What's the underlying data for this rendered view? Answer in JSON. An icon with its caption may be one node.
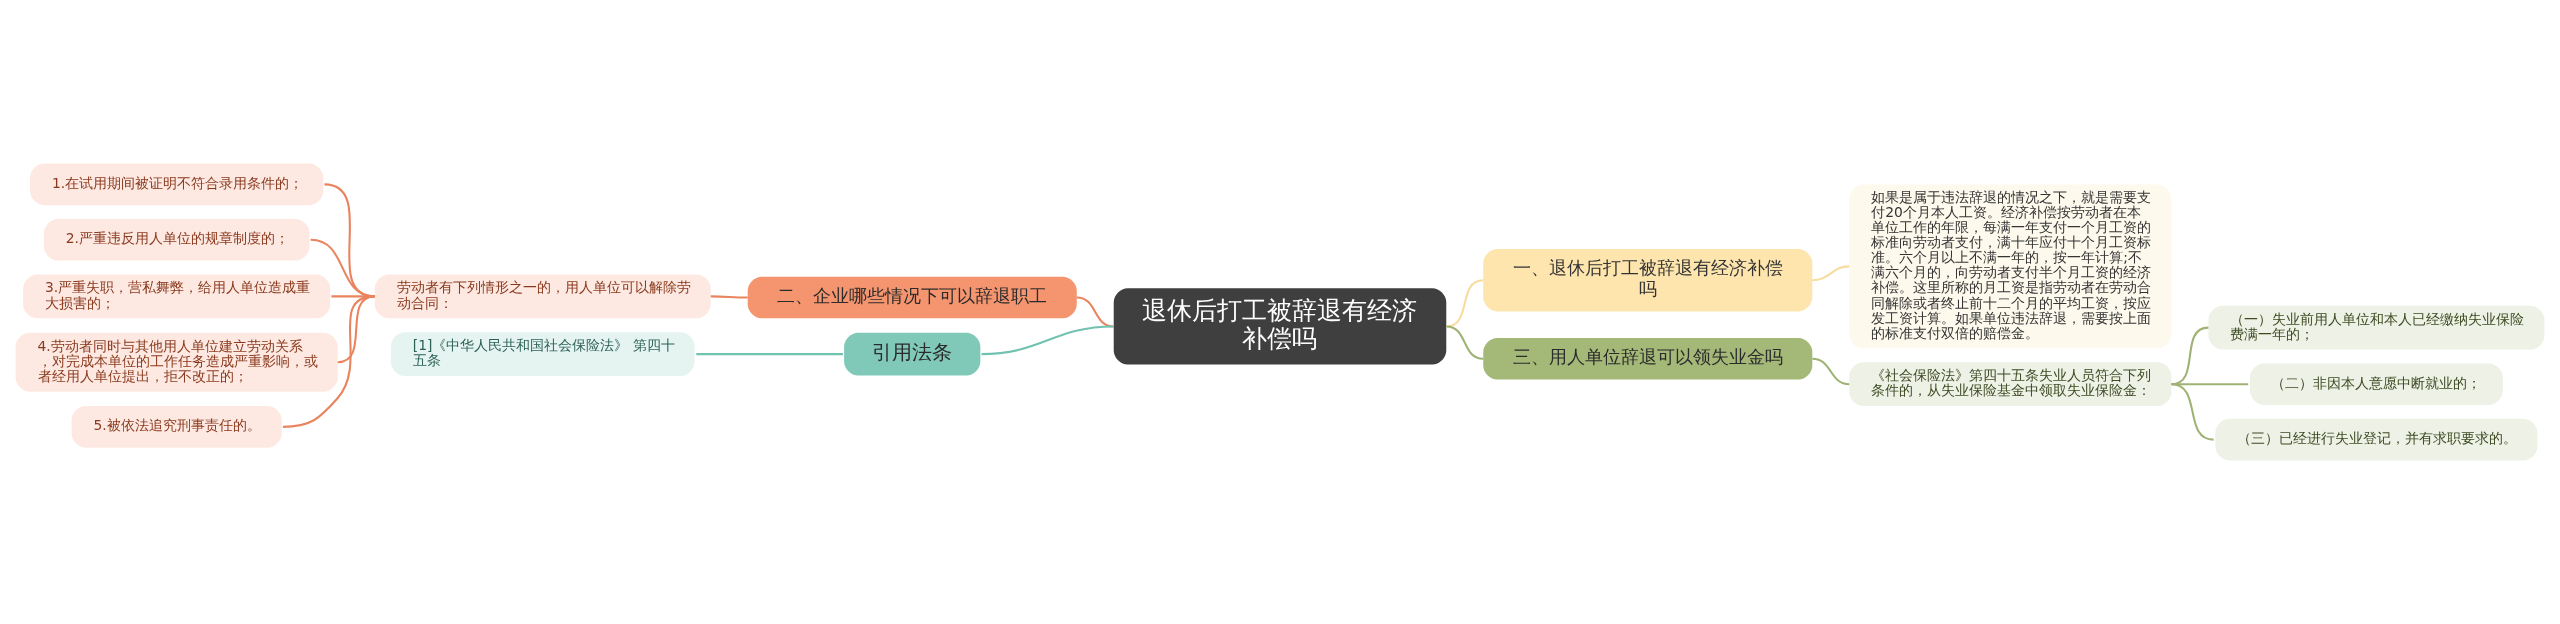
{
  "diagram": {
    "nodes": [
      {
        "text": [
          "退休后打工被辞退有经济补偿吗"
        ]
      },
      {
        "text": [
          "一、退休后打工被辞退有经济补偿吗"
        ]
      },
      {
        "text": [
          "如果是属于违法辞退的情况之下，就是需要支付20个月本人工资。经济补偿按劳动者在本单位工作的年限，每满一年支付一个月工资的标准向劳动者支付，满十年应付十个月工资标准。六个月以上不满一年的，按一年计算;不满六个月的，向劳动者支付半个月工资的经济补偿。这里所称的月工资是指劳动者在劳动合同解除或者终止前十二个月的平均工资，按应发工资计算。如果单位违法辞退，需要按上面的标准支付双倍的赔偿金。"
        ]
      },
      {
        "text": [
          "三、用人单位辞退可以领失业金吗"
        ]
      },
      {
        "text": [
          "《社会保险法》第四十五条失业人员符合下列条件的，从失业保险基金中领取失业保险金："
        ]
      },
      {
        "text": [
          "（一）失业前用人单位和本人已经缴纳失业保险费满一年的；"
        ]
      },
      {
        "text": [
          "（二）非因本人意愿中断就业的；"
        ]
      },
      {
        "text": [
          "（三）已经进行失业登记，并有求职要求的。"
        ]
      },
      {
        "text": [
          "二、企业哪些情况下可以辞退职工"
        ]
      },
      {
        "text": [
          "劳动者有下列情形之一的，用人单位可以解除劳动合同："
        ]
      },
      {
        "text": [
          "1.在试用期间被证明不符合录用条件的；"
        ]
      },
      {
        "text": [
          "2.严重违反用人单位的规章制度的；"
        ]
      },
      {
        "text": [
          "3.严重失职，营私舞弊，给用人单位造成重大损害的；"
        ]
      },
      {
        "text": [
          "4.劳动者同时与其他用人单位建立劳动关系，对完成本单位的工作任务造成严重影响，或者经用人单位提出，拒不改正的；"
        ]
      },
      {
        "text": [
          "5.被依法追究刑事责任的。"
        ]
      },
      {
        "text": [
          "引用法条"
        ]
      },
      {
        "text": [
          "[1]《中华人民共和国社会保险法》 第四十五条"
        ]
      }
    ],
    "edges": [
      {
        "from": 0,
        "to": 1,
        "arrow": "none",
        "color": "#f7dc9e"
      },
      {
        "from": 1,
        "to": 2,
        "arrow": "none",
        "color": "#f7dc9e"
      },
      {
        "from": 0,
        "to": 3,
        "arrow": "none",
        "color": "#9fb274"
      },
      {
        "from": 3,
        "to": 4,
        "arrow": "none",
        "color": "#9fb274"
      },
      {
        "from": 4,
        "to": 5,
        "arrow": "none",
        "color": "#9fb274"
      },
      {
        "from": 4,
        "to": 6,
        "arrow": "none",
        "color": "#9fb274"
      },
      {
        "from": 4,
        "to": 7,
        "arrow": "none",
        "color": "#9fb274"
      },
      {
        "from": 0,
        "to": 8,
        "arrow": "none"
      },
      {
        "from": 8,
        "to": 9,
        "arrow": "none"
      },
      {
        "from": 9,
        "to": 10,
        "arrow": "none"
      },
      {
        "from": 9,
        "to": 11,
        "arrow": "none"
      },
      {
        "from": 9,
        "to": 12,
        "arrow": "none"
      },
      {
        "from": 9,
        "to": 13,
        "arrow": "none"
      },
      {
        "from": 9,
        "to": 14,
        "arrow": "none"
      },
      {
        "from": 0,
        "to": 15,
        "arrow": "none",
        "color": "#72c2b1"
      },
      {
        "from": 15,
        "to": 16,
        "arrow": "none",
        "color": "#72c2b1"
      }
    ]
  }
}
